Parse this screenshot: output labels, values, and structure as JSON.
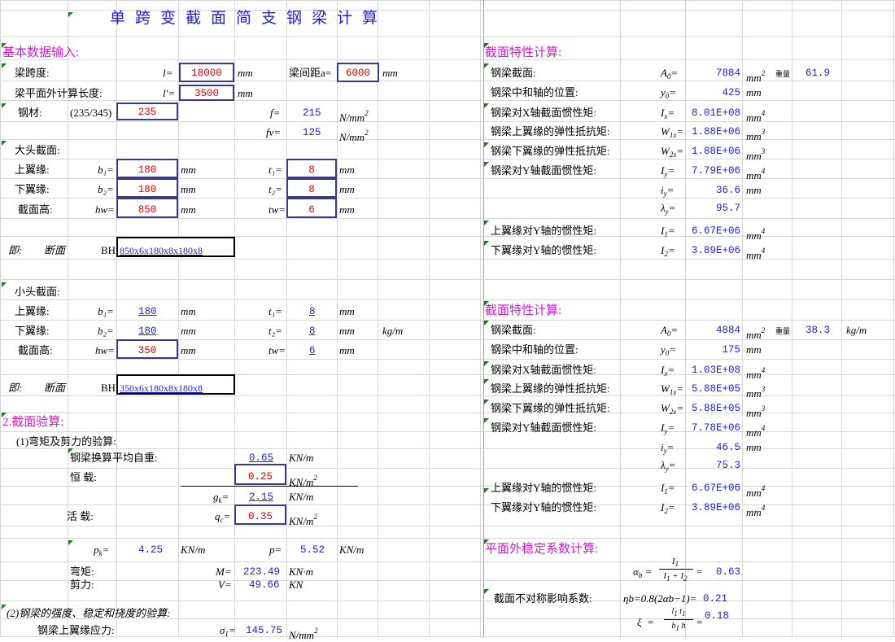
{
  "title": "单跨变截面简支钢梁计算",
  "left": {
    "section1_heading": "基本数据输入:",
    "span_label": "梁跨度:",
    "span_sym": "l=",
    "span_value": "18000",
    "span_unit": "mm",
    "spacing_label": "梁间距a=",
    "spacing_value": "6000",
    "spacing_unit": "mm",
    "outplane_label": "梁平面外计算长度:",
    "outplane_sym": "l'=",
    "outplane_value": "3500",
    "outplane_unit": "mm",
    "steel_label": "钢材:",
    "steel_grade_hint": "(235/345)",
    "steel_value": "235",
    "f_sym": "f=",
    "f_value": "215",
    "f_unit": "N/mm",
    "fv_sym": "fv=",
    "fv_value": "125",
    "fv_unit": "N/mm",
    "big_end_label": "大头截面:",
    "upper_flange_label": "上翼缘:",
    "lower_flange_label": "下翼缘:",
    "section_height_label": "截面高:",
    "b1_sym": "b₁=",
    "b2_sym": "b₂=",
    "hw_sym": "hw=",
    "t1_sym": "t₁=",
    "t2_sym": "t₂=",
    "tw_sym": "tw=",
    "mm": "mm",
    "big": {
      "b1": "180",
      "b2": "180",
      "hw": "850",
      "t1": "8",
      "t2": "8",
      "tw": "6",
      "note_prefix": "即:",
      "note_mid": "断面",
      "bh_label": "BH",
      "bh_value": "850x6x180x8x180x8"
    },
    "small_end_label": "小头截面:",
    "small": {
      "b1": "180",
      "b2": "180",
      "hw": "350",
      "t1": "8",
      "t2": "8",
      "tw": "6",
      "kgm": "kg/m",
      "note_prefix": "即:",
      "note_mid": "断面",
      "bh_label": "BH",
      "bh_value": "350x6x180x8x180x8"
    },
    "section2_heading": "2.截面验算:",
    "sub1_heading": "(1)弯矩及剪力的验算:",
    "selfweight_label": "钢梁换算平均自重:",
    "selfweight_value": "0.65",
    "selfweight_unit": "KN/m",
    "dead_label": "恒    载:",
    "dead_value": "0.25",
    "dead_unit": "KN/m",
    "gk_sym": "g",
    "gk_sub": "k",
    "gk_value": "2.15",
    "gk_unit": "KN/m",
    "live_label": "活    载:",
    "qc_sym": "q",
    "qc_sub": "c",
    "qc_value": "0.35",
    "qc_unit": "KN/m",
    "pk_sym": "p",
    "pk_sub": "k",
    "pk_value": "4.25",
    "pk_unit": "KN/m",
    "p_sym": "p=",
    "p_value": "5.52",
    "p_unit": "KN/m",
    "moment_label": "弯矩:",
    "M_sym": "M=",
    "M_value": "223.49",
    "M_unit": "KN·m",
    "shear_label": "剪力:",
    "V_sym": "V=",
    "V_value": "49.66",
    "V_unit": "KN",
    "sub2_heading": "(2)钢梁的强度、稳定和挠度的验算:",
    "stress_label": "钢梁上翼缘应力:",
    "sigma_sym": "σ",
    "sigma_sub": "1",
    "sigma_value": "145.75",
    "sigma_unit": "N/mm"
  },
  "right": {
    "prop1_heading": "截面特性计算:",
    "prop2_heading": "截面特性计算:",
    "labels": {
      "area": "钢梁截面:",
      "neutral": "钢梁中和轴的位置:",
      "Ix": "钢梁对X轴截面惯性矩:",
      "W1x": "钢梁上翼缘的弹性抵抗矩:",
      "W2x": "钢梁下翼缘的弹性抵抗矩:",
      "Iy": "钢梁对Y轴截面惯性矩:",
      "I1": "上翼缘对Y轴的惯性矩:",
      "I2": "下翼缘对Y轴的惯性矩:"
    },
    "weight_label": "重量",
    "big": {
      "A0": "7884",
      "weight": "61.9",
      "y0": "425",
      "Ix": "8.01E+08",
      "W1x": "1.88E+06",
      "W2x": "1.88E+06",
      "Iy": "7.79E+06",
      "iy": "36.6",
      "lambda": "95.7",
      "I1": "6.67E+06",
      "I2": "3.89E+06"
    },
    "small": {
      "A0": "4884",
      "weight": "38.3",
      "weight_unit": "kg/m",
      "y0": "175",
      "Ix": "1.03E+08",
      "W1x": "5.88E+05",
      "W2x": "5.88E+05",
      "Iy": "7.78E+06",
      "iy": "46.5",
      "lambda": "75.3",
      "I1": "6.67E+06",
      "I2": "3.89E+06"
    },
    "stab_heading": "平面外稳定系数计算:",
    "alpha_value": "0.63",
    "asym_label": "截面不对称影响系数:",
    "asym_formula": "ηb=0.8(2αb−1)=",
    "asym_value": "0.21",
    "xi_value": "0.18"
  },
  "colors": {
    "grid": "#d6d6d6",
    "input_text": "#e00000",
    "calc_text": "#1e1ec8",
    "heading": "#d01ad0",
    "title": "#2020d0",
    "box_border": "#3a3a8a",
    "note_triangle": "#1c7a1c"
  }
}
